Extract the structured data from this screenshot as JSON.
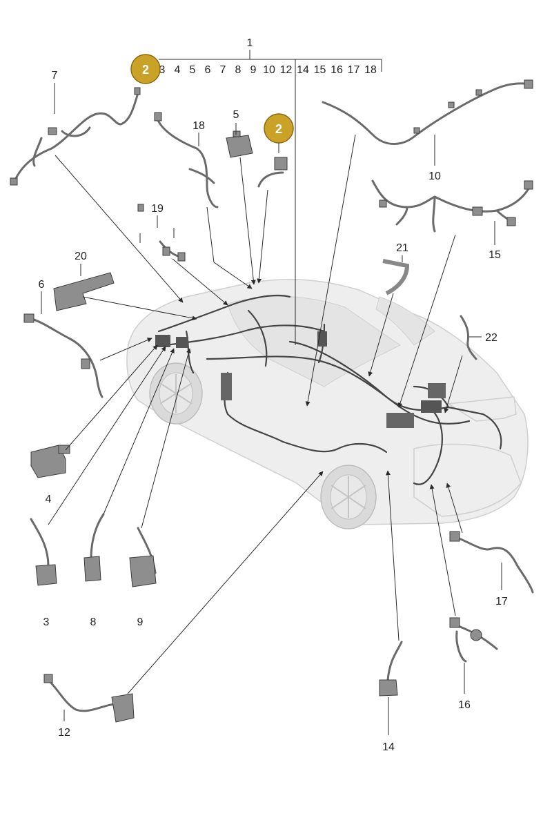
{
  "header_sequence": {
    "root_number": "1",
    "items": [
      "3",
      "4",
      "5",
      "6",
      "7",
      "8",
      "9",
      "10",
      "12",
      "14",
      "15",
      "16",
      "17",
      "18"
    ]
  },
  "badges": [
    {
      "label": "2"
    },
    {
      "label": "2"
    }
  ],
  "callouts": [
    {
      "label": "7"
    },
    {
      "label": "18"
    },
    {
      "label": "5"
    },
    {
      "label": "10"
    },
    {
      "label": "19"
    },
    {
      "label": "15"
    },
    {
      "label": "20"
    },
    {
      "label": "21"
    },
    {
      "label": "6"
    },
    {
      "label": "22"
    },
    {
      "label": "4"
    },
    {
      "label": "3"
    },
    {
      "label": "8"
    },
    {
      "label": "9"
    },
    {
      "label": "17"
    },
    {
      "label": "16"
    },
    {
      "label": "12"
    },
    {
      "label": "14"
    }
  ],
  "colors": {
    "badge_fill": "#c9a227",
    "badge_stroke": "#8a6b10",
    "line": "#2a2a2a",
    "car_body": "#eeeeee"
  }
}
